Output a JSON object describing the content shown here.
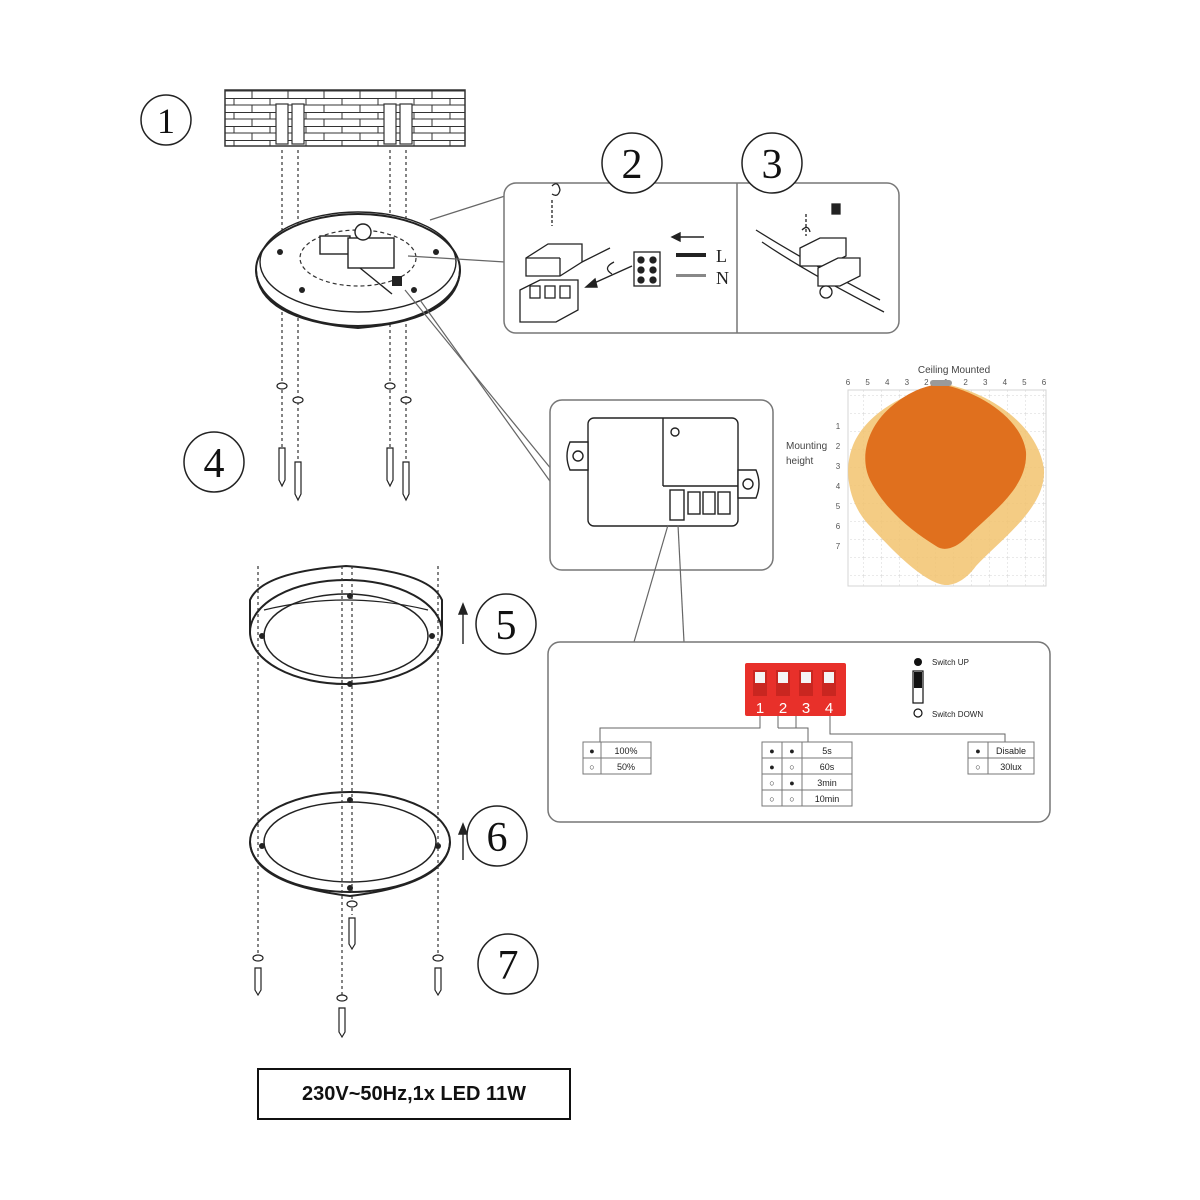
{
  "steps": [
    "1",
    "2",
    "3",
    "4",
    "5",
    "6",
    "7"
  ],
  "wiring": {
    "live": "L",
    "neutral": "N"
  },
  "coverage": {
    "title": "Ceiling Mounted",
    "y_label_line1": "Mounting",
    "y_label_line2": "height",
    "top_ticks": [
      "6",
      "5",
      "4",
      "3",
      "2",
      "1",
      "2",
      "3",
      "4",
      "5",
      "6"
    ],
    "side_ticks": [
      "1",
      "2",
      "3",
      "4",
      "5",
      "6",
      "7"
    ],
    "colors": {
      "inner": "#E0701E",
      "outer": "#F2C36E",
      "grid": "#D4D4D4"
    }
  },
  "dip": {
    "switch_numbers": [
      "1",
      "2",
      "3",
      "4"
    ],
    "legend_up": "Switch UP",
    "legend_down": "Switch DOWN",
    "colors": {
      "body": "#E8302A",
      "paddle": "#F4F4F4"
    },
    "brightness": [
      {
        "mark": "●",
        "value": "100%"
      },
      {
        "mark": "○",
        "value": "50%"
      }
    ],
    "time": [
      {
        "mark1": "●",
        "mark2": "●",
        "value": "5s"
      },
      {
        "mark1": "●",
        "mark2": "○",
        "value": "60s"
      },
      {
        "mark1": "○",
        "mark2": "●",
        "value": "3min"
      },
      {
        "mark1": "○",
        "mark2": "○",
        "value": "10min"
      }
    ],
    "lux": [
      {
        "mark": "●",
        "value": "Disable"
      },
      {
        "mark": "○",
        "value": "30lux"
      }
    ]
  },
  "spec": "230V~50Hz,1x LED 11W"
}
